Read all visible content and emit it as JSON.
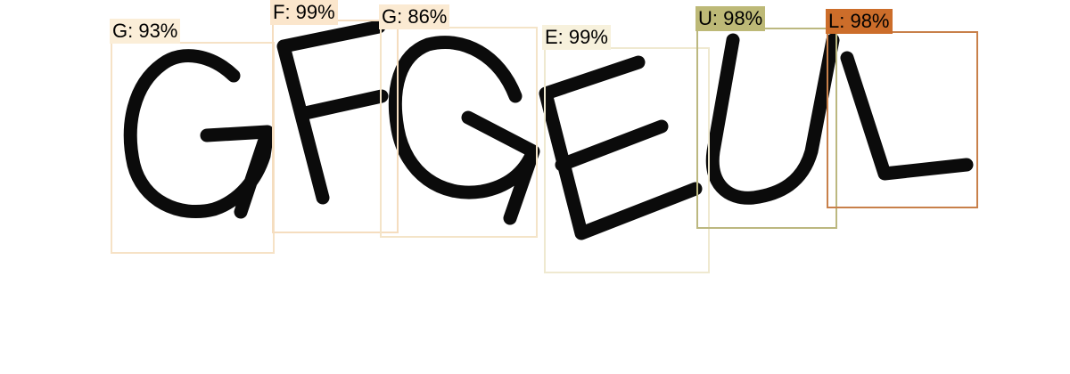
{
  "detections": [
    {
      "label": "G: 93%",
      "char": "G",
      "confidence": 93,
      "color": "#fbeed8",
      "box_border": "#f6e2c6"
    },
    {
      "label": "F: 99%",
      "char": "F",
      "confidence": 99,
      "color": "#fbe6cc",
      "box_border": "#f5ddbf"
    },
    {
      "label": "G: 86%",
      "char": "G",
      "confidence": 86,
      "color": "#fbead2",
      "box_border": "#f4e4c8"
    },
    {
      "label": "E: 99%",
      "char": "E",
      "confidence": 99,
      "color": "#f7f1dc",
      "box_border": "#efe9d0"
    },
    {
      "label": "U: 98%",
      "char": "U",
      "confidence": 98,
      "color": "#bdb977",
      "box_border": "#bcb880"
    },
    {
      "label": "L: 98%",
      "char": "L",
      "confidence": 98,
      "color": "#cc6d2a",
      "box_border": "#c8804a"
    }
  ]
}
